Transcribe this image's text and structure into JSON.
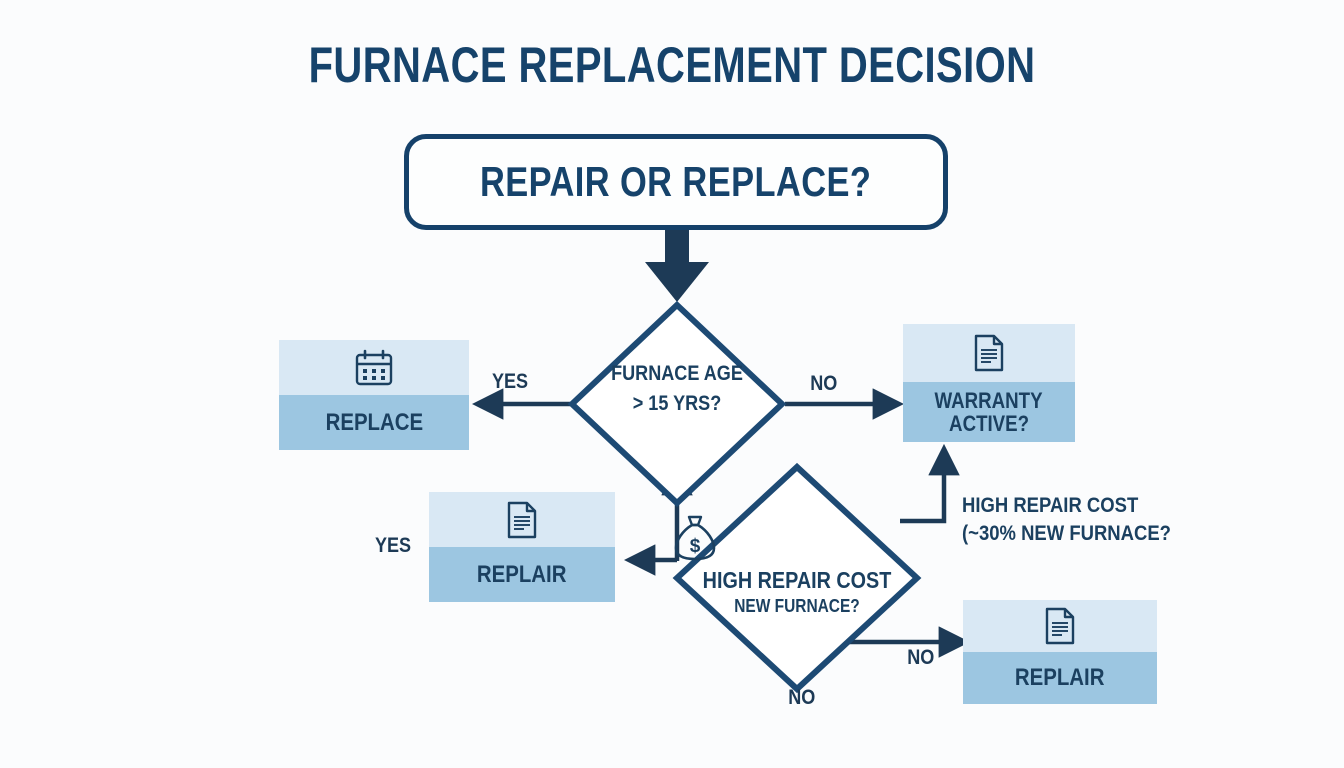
{
  "page": {
    "title": "FURNACE REPLACEMENT DECISION",
    "background_color": "#fbfcfd",
    "navy": "#16436b",
    "card_top_color": "#d9e8f4",
    "card_bottom_color": "#9cc6e1"
  },
  "root": {
    "label": "REPAIR OR REPLACE?"
  },
  "decisions": {
    "age": {
      "line1": "FURNACE AGE",
      "line2": "> 15 YRS?",
      "icon": "none"
    },
    "cost": {
      "line1": "HIGH REPAIR COST",
      "line2": "NEW FURNACE?",
      "icon": "money-bag-icon"
    }
  },
  "outcomes": {
    "replace": {
      "label": "REPLACE",
      "icon": "calendar-icon"
    },
    "warranty": {
      "label_line1": "WARRANTY",
      "label_line2": "ACTIVE?",
      "icon": "document-icon"
    },
    "repair_left": {
      "label": "REPLAIR",
      "icon": "document-icon"
    },
    "repair_bottom": {
      "label": "REPLAIR",
      "icon": "document-icon"
    }
  },
  "edges": {
    "age_yes": "YES",
    "age_no": "NO",
    "cost_yes": "YES",
    "cost_no_bottom": "NO",
    "cost_no_right": "NO"
  },
  "annotation": {
    "line1": "HIGH REPAIR COST",
    "line2": "(~30% NEW FURNACE?"
  }
}
